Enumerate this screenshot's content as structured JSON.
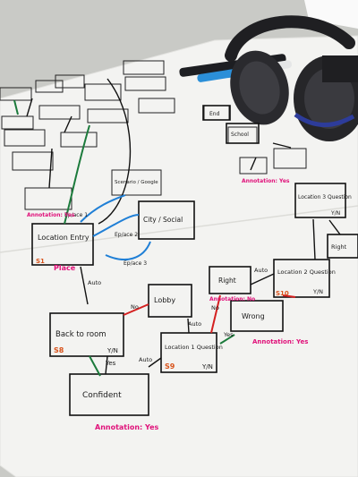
{
  "boxes": {
    "location_entry": "Location Entry",
    "back_to_room": "Back to room",
    "confident": "Confident",
    "lobby": "Lobby",
    "location1_question": "Location 1 Question",
    "right_mid": "Right",
    "wrong": "Wrong",
    "location2_question": "Location 2 Question",
    "right_small": "Right",
    "location3_question": "Location 3 Question",
    "school": "School",
    "end": "End",
    "city_social": "City / Social",
    "scenario_google": "Scenario / Google"
  },
  "codes": {
    "s8": "S8",
    "s9": "S9",
    "s10": "S10",
    "s1": "S1",
    "yn_a": "Y/N",
    "yn_b": "Y/N",
    "yn_c": "Y/N",
    "yn_d": "Y/N"
  },
  "labels": {
    "yes_a": "Yes",
    "yes_b": "Yes",
    "no_a": "No",
    "no_b": "No",
    "auto_a": "Auto",
    "auto_b": "Auto",
    "auto_c": "Auto",
    "auto_d": "Auto",
    "place": "Place",
    "ep1": "Ep/ace 1",
    "ep2": "Ep/ace 2",
    "ep3": "Ep/ace 3",
    "ann_yes_a": "Annotation: Yes",
    "ann_yes_b": "Annotation: Yes",
    "ann_yes_c": "Annotation: Yes",
    "ann_yes_d": "Annotation: Yes",
    "ann_no": "Annotation: No"
  }
}
